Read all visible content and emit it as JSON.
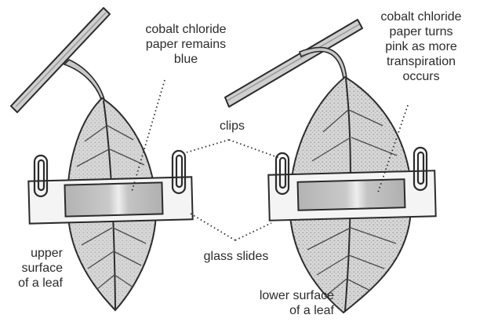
{
  "labels": {
    "left_paper": "cobalt chloride\npaper remains\nblue",
    "right_paper": "cobalt chloride\npaper turns\npink as more\ntranspiration\noccurs",
    "clips": "clips",
    "glass_slides": "glass slides",
    "upper_surface": "upper\nsurface\nof a leaf",
    "lower_surface": "lower surface\nof a leaf"
  },
  "colors": {
    "leaf_fill": "#d9d9d9",
    "leaf_dark": "#b5b5b5",
    "outline": "#2b2b2b",
    "glass": "#f2f2f2",
    "paper": "#bcbcbc"
  }
}
